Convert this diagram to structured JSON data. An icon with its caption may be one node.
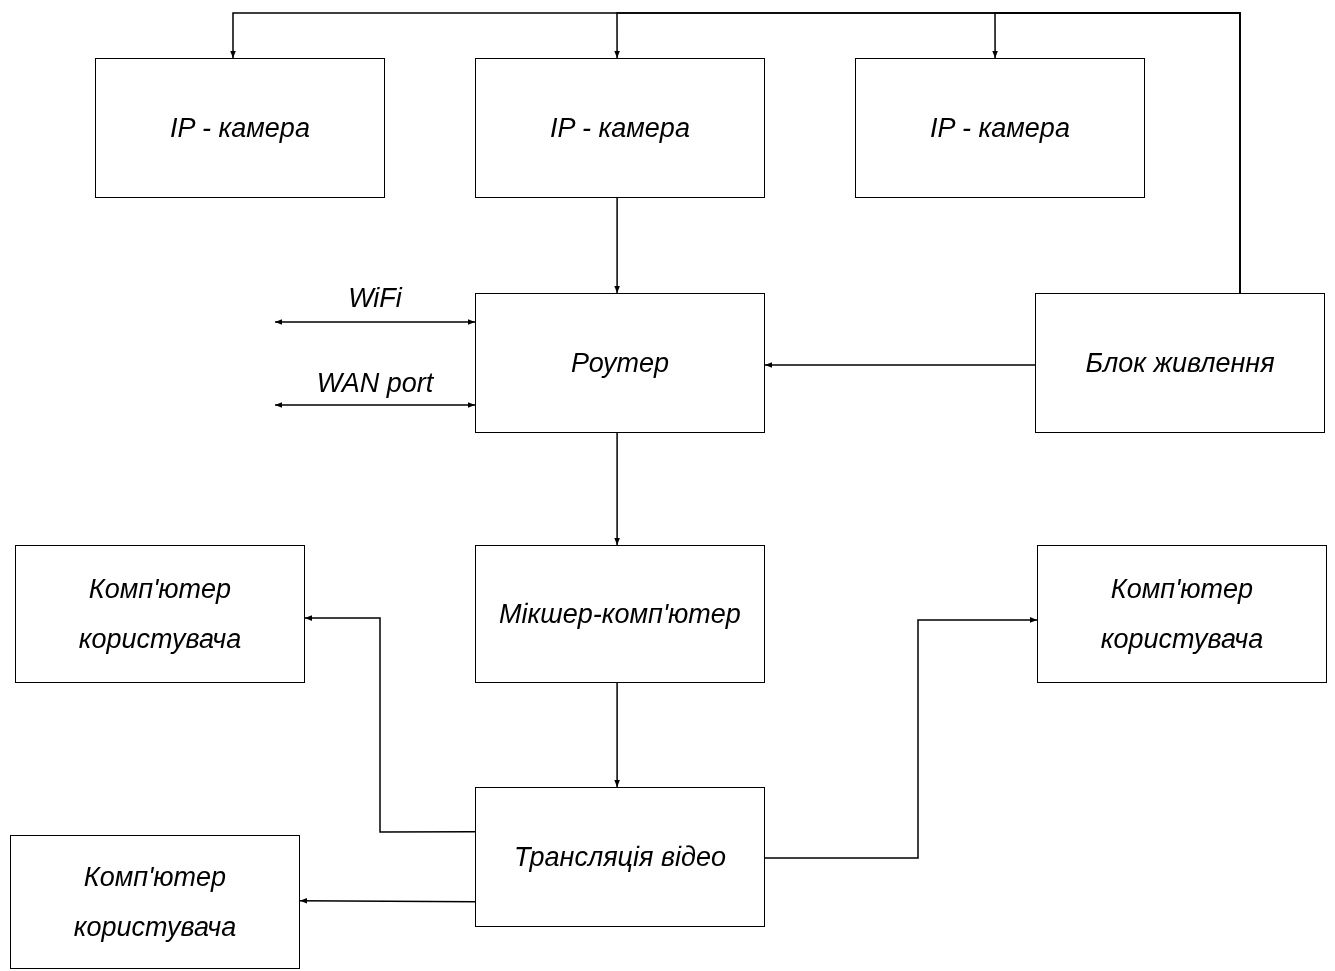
{
  "diagram": {
    "nodes": [
      {
        "text": [
          "IP - камера"
        ]
      },
      {
        "text": [
          "IP - камера"
        ]
      },
      {
        "text": [
          "IP - камера"
        ]
      },
      {
        "text": [
          "Роутер"
        ]
      },
      {
        "text": [
          "Блок живлення"
        ]
      },
      {
        "text": [
          "Комп'ютер користувача"
        ]
      },
      {
        "text": [
          "Мікшер-комп'ютер"
        ]
      },
      {
        "text": [
          "Комп'ютер користувача"
        ]
      },
      {
        "text": [
          "Трансляція відео"
        ]
      },
      {
        "text": [
          "Комп'ютер користувача"
        ]
      }
    ],
    "edges": [
      {
        "from": 4,
        "to": 0,
        "arrow": "to"
      },
      {
        "from": 4,
        "to": 1,
        "arrow": "to"
      },
      {
        "from": 4,
        "to": 2,
        "arrow": "to"
      },
      {
        "from": 1,
        "to": 3,
        "arrow": "to"
      },
      {
        "from": null,
        "to": 3,
        "label": "WiFi",
        "arrow": "both"
      },
      {
        "from": null,
        "to": 3,
        "label": "WAN port",
        "arrow": "both"
      },
      {
        "from": 4,
        "to": 3,
        "arrow": "to"
      },
      {
        "from": 3,
        "to": 6,
        "arrow": "to"
      },
      {
        "from": 6,
        "to": 8,
        "arrow": "to"
      },
      {
        "from": 8,
        "to": 5,
        "arrow": "to"
      },
      {
        "from": 8,
        "to": 7,
        "arrow": "to"
      },
      {
        "from": 8,
        "to": 9,
        "arrow": "to"
      }
    ]
  }
}
